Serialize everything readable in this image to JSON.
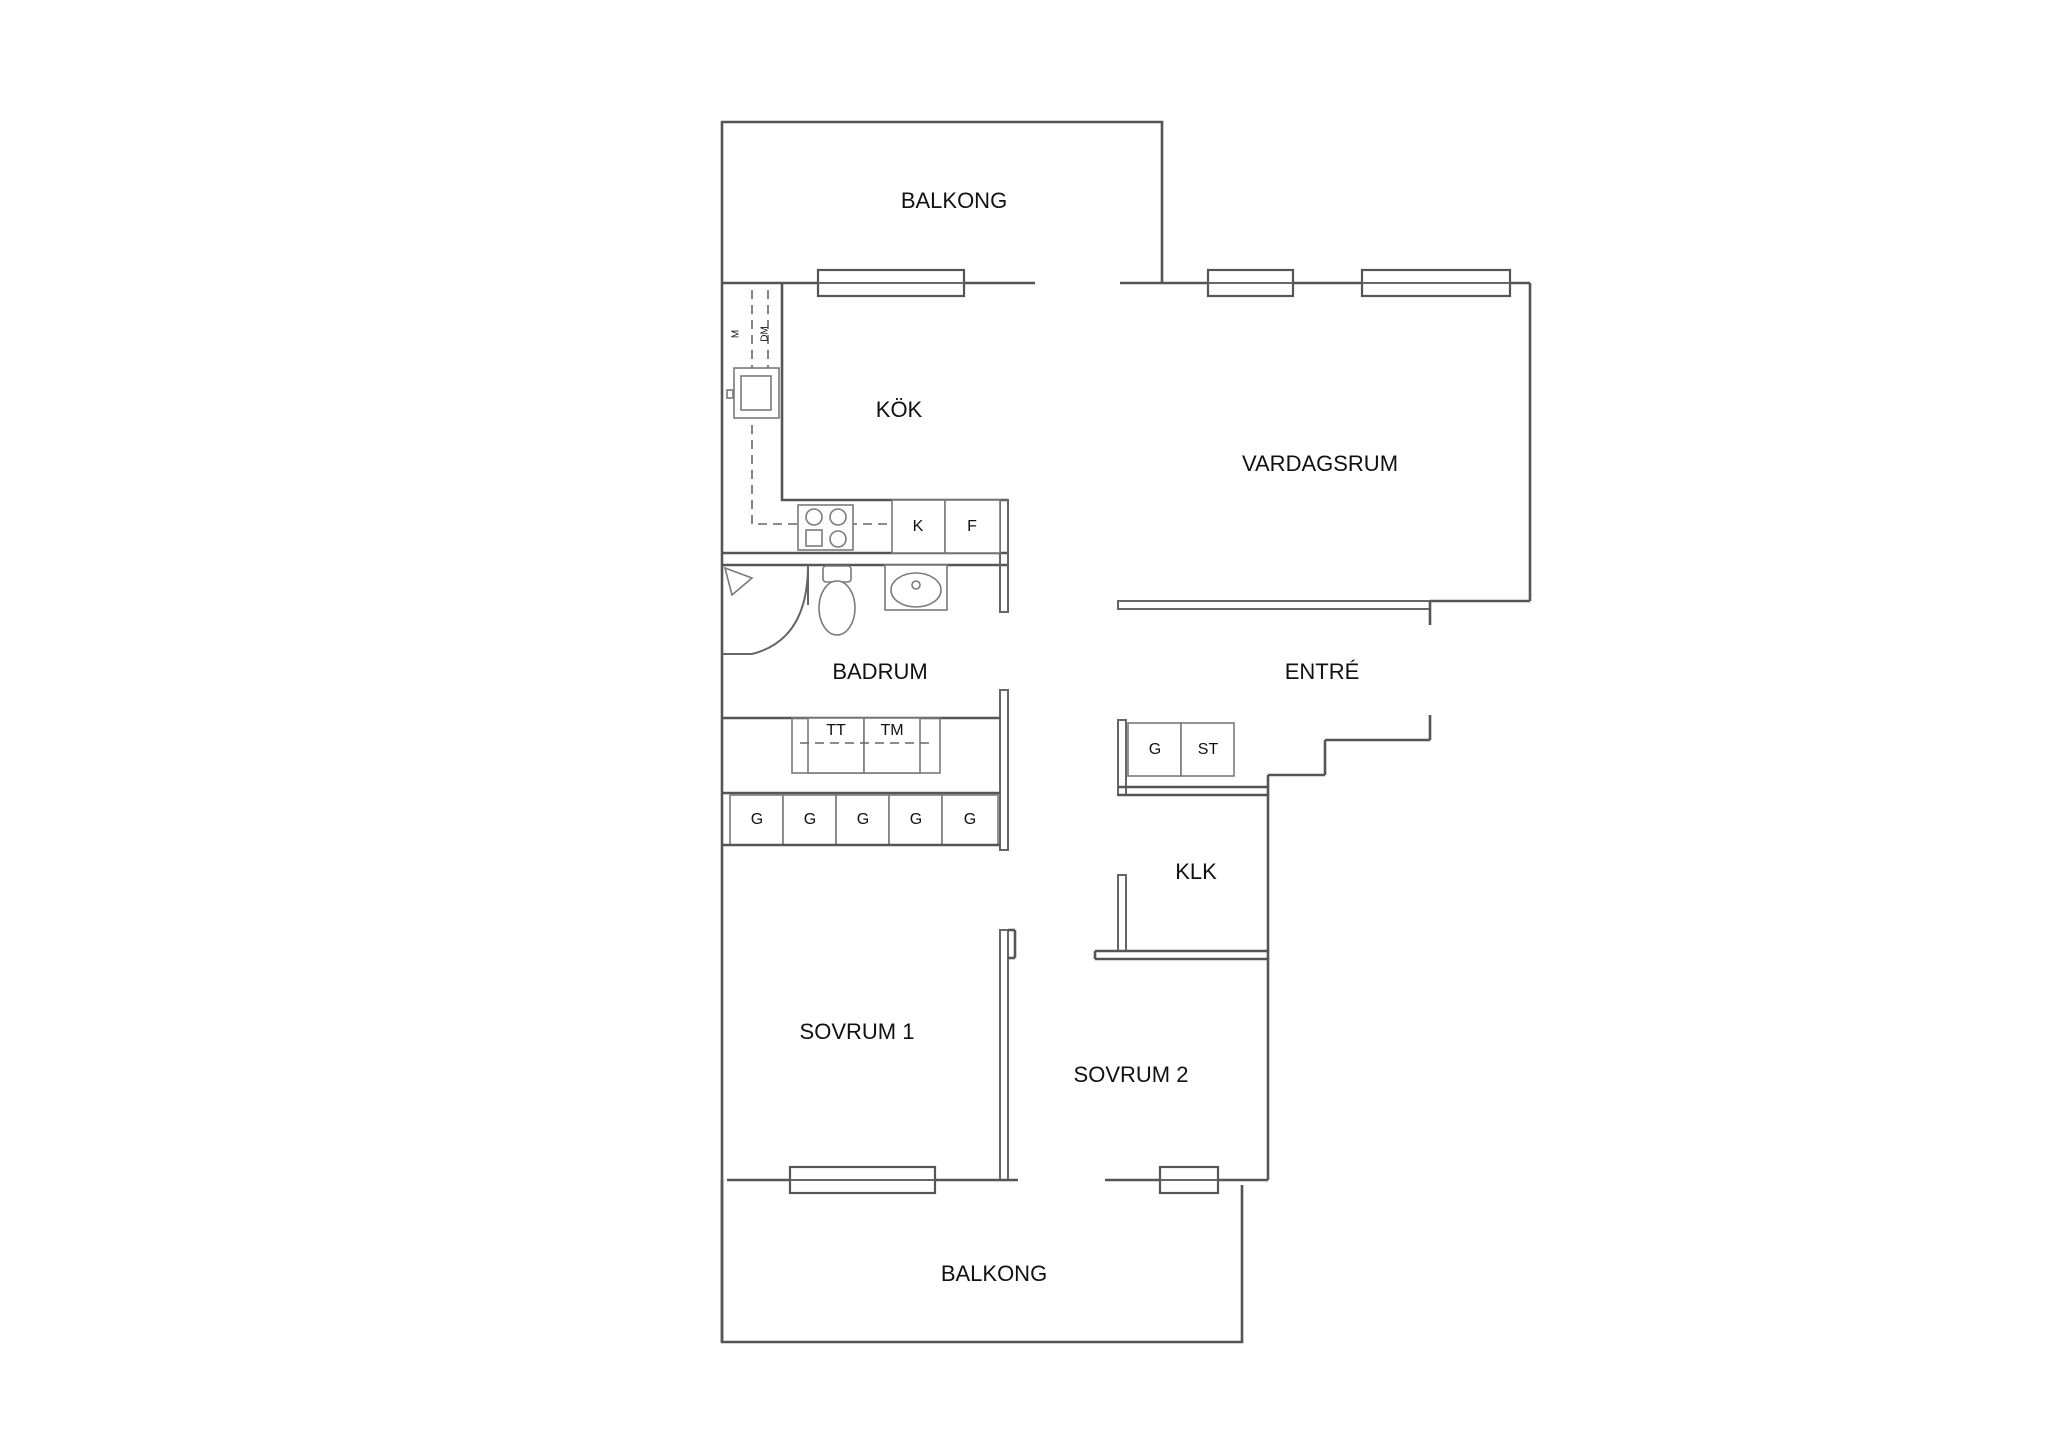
{
  "rooms": {
    "balkong_top": "BALKONG",
    "kok": "KÖK",
    "vardagsrum": "VARDAGSRUM",
    "badrum": "BADRUM",
    "entre": "ENTRÉ",
    "klk": "KLK",
    "sovrum1": "SOVRUM 1",
    "sovrum2": "SOVRUM 2",
    "balkong_bottom": "BALKONG"
  },
  "fixtures": {
    "kitchen": {
      "microwave": "M",
      "dishwasher": "DM",
      "fridge": "K",
      "freezer": "F"
    },
    "laundry": {
      "dryer": "TT",
      "washer": "TM"
    },
    "wardrobes": [
      "G",
      "G",
      "G",
      "G",
      "G"
    ],
    "entre_storage": {
      "wardrobe": "G",
      "closet": "ST"
    }
  }
}
